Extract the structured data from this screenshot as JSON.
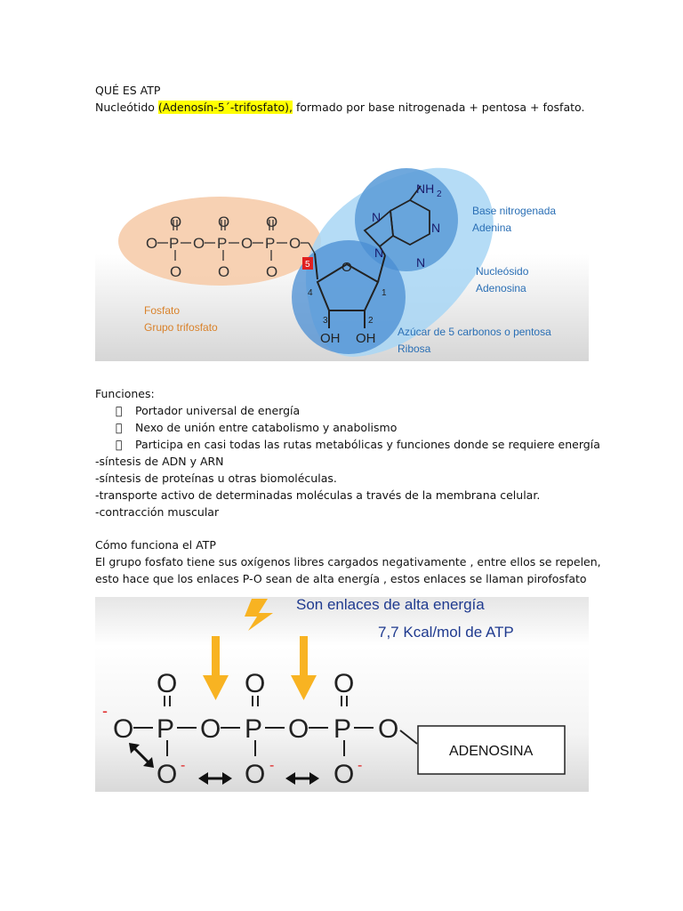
{
  "title": "QUÉ ES ATP",
  "intro": {
    "pre": "Nucleótido ",
    "highlight": "(Adenosín-5´-trifosfato),",
    "post": " formado por base nitrogenada + pentosa + fosfato."
  },
  "figure1": {
    "labels": {
      "base1": "Base nitrogenada",
      "base2": "Adenina",
      "nuc1": "Nucleósido",
      "nuc2": "Adenosina",
      "fos1": "Fosfato",
      "fos2": "Grupo trifosfato",
      "azu1": "Azúcar de 5 carbonos o pentosa",
      "azu2": "Ribosa"
    },
    "atoms": {
      "O": "O",
      "P": "P",
      "N": "N",
      "NH2": "NH",
      "sub2": "2",
      "OH": "OH",
      "c1": "1",
      "c2": "2",
      "c3": "3",
      "c4": "4",
      "c5": "5"
    }
  },
  "functions": {
    "heading": "Funciones:",
    "bullets": [
      "Portador universal de energía",
      "Nexo de unión entre catabolismo y anabolismo",
      "Participa en casi todas las rutas metabólicas y funciones donde se requiere energía"
    ],
    "bullet_glyph": "",
    "items": [
      "-síntesis de ADN y ARN",
      "-síntesis de proteínas u otras biomoléculas.",
      "-transporte activo de determinadas moléculas a través de la membrana celular.",
      "-contracción muscular"
    ]
  },
  "how": {
    "heading": "Cómo funciona el ATP",
    "line1": "El grupo fosfato tiene sus oxígenos libres cargados negativamente , entre ellos se repelen,",
    "line2": "esto hace que los enlaces P-O sean de alta energía , estos enlaces se llaman pirofosfato"
  },
  "figure2": {
    "title": "Son enlaces de alta energía",
    "subtitle": "7,7 Kcal/mol de ATP",
    "box": "ADENOSINA",
    "atoms": {
      "O": "O",
      "P": "P",
      "minus": "-"
    },
    "colors": {
      "arrow": "#f8b322",
      "text_blue": "#1f3a8f"
    }
  },
  "colors": {
    "highlight": "#ffff00",
    "phosphate_oval": "#f6ccab",
    "nucleoside": "#9fd0f0",
    "base": "#5f9fd9"
  }
}
